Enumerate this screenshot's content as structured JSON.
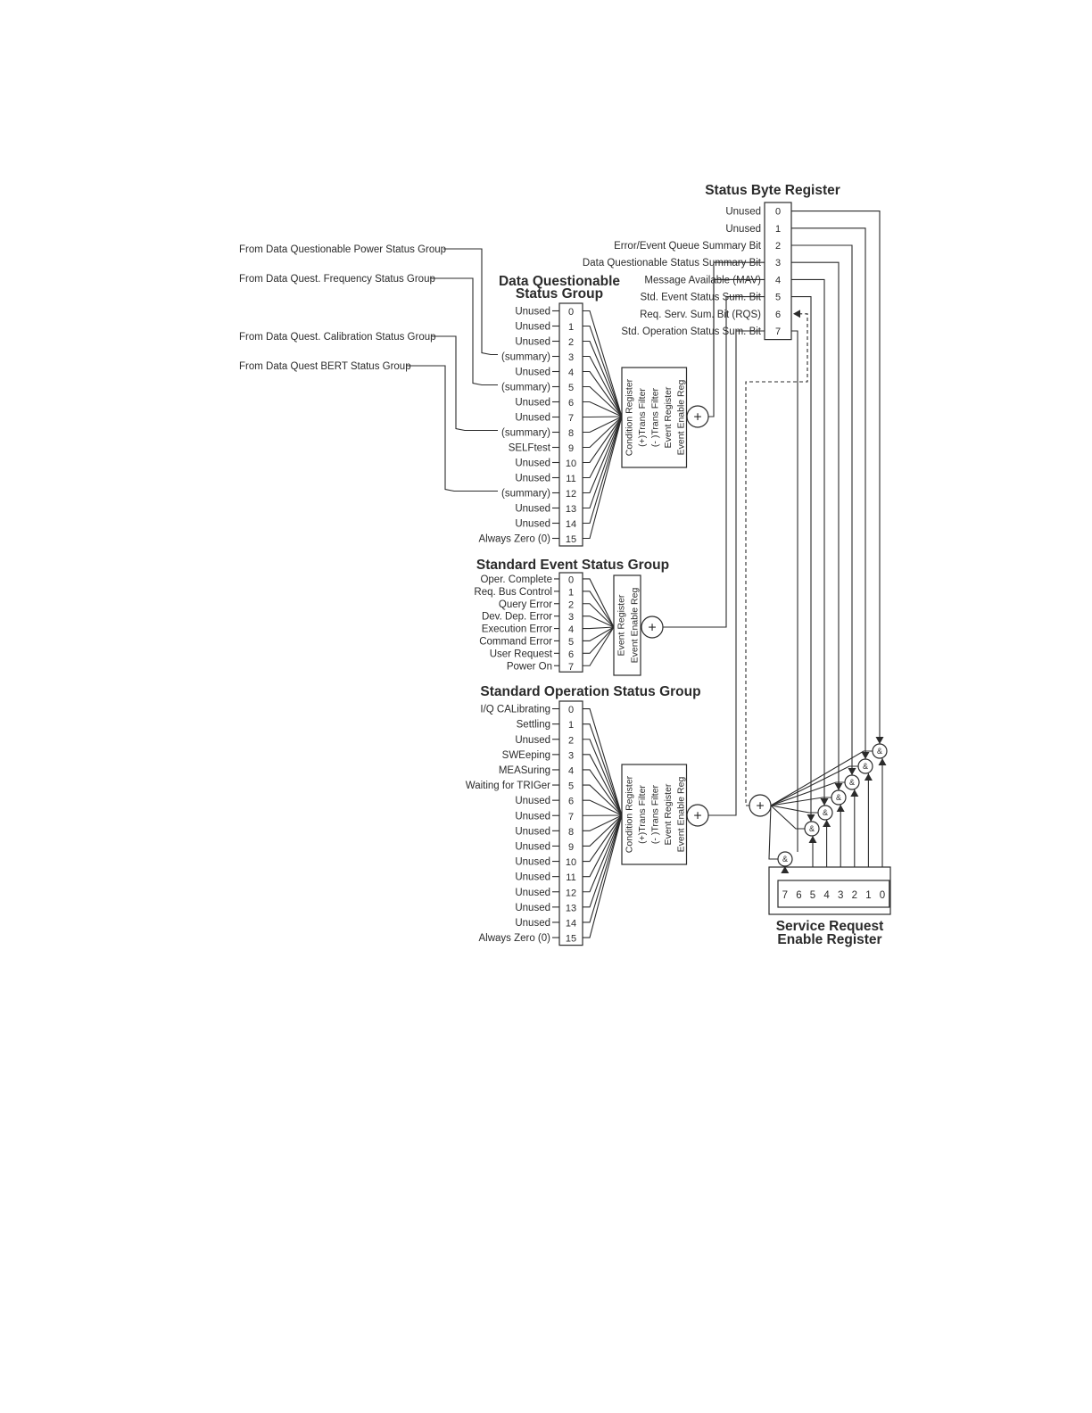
{
  "status_byte": {
    "title": "Status Byte Register",
    "bits": [
      {
        "n": "0",
        "label": "Unused"
      },
      {
        "n": "1",
        "label": "Unused"
      },
      {
        "n": "2",
        "label": "Error/Event Queue Summary Bit"
      },
      {
        "n": "3",
        "label": "Data Questionable Status Summary Bit"
      },
      {
        "n": "4",
        "label": "Message Available (MAV)"
      },
      {
        "n": "5",
        "label": "Std. Event Status Sum. Bit"
      },
      {
        "n": "6",
        "label": "Req. Serv. Sum. Bit (RQS)"
      },
      {
        "n": "7",
        "label": "Std. Operation Status Sum. Bit"
      }
    ]
  },
  "dq": {
    "title_line1": "Data Questionable",
    "title_line2": "Status Group",
    "sources": [
      "From Data Questionable Power Status Group",
      "From Data Quest. Frequency Status Group",
      "From Data Quest. Calibration Status Group",
      "From Data Quest BERT Status Group"
    ],
    "bits": [
      {
        "n": "0",
        "label": "Unused"
      },
      {
        "n": "1",
        "label": "Unused"
      },
      {
        "n": "2",
        "label": "Unused"
      },
      {
        "n": "3",
        "label": "(summary)"
      },
      {
        "n": "4",
        "label": "Unused"
      },
      {
        "n": "5",
        "label": "(summary)"
      },
      {
        "n": "6",
        "label": "Unused"
      },
      {
        "n": "7",
        "label": "Unused"
      },
      {
        "n": "8",
        "label": "(summary)"
      },
      {
        "n": "9",
        "label": "SELFtest"
      },
      {
        "n": "10",
        "label": "Unused"
      },
      {
        "n": "11",
        "label": "Unused"
      },
      {
        "n": "12",
        "label": "(summary)"
      },
      {
        "n": "13",
        "label": "Unused"
      },
      {
        "n": "14",
        "label": "Unused"
      },
      {
        "n": "15",
        "label": "Always Zero (0)"
      }
    ],
    "registers": [
      "Condition Register",
      "(+)Trans Filter",
      "(- )Trans Filter",
      "Event Register",
      "Event Enable Reg"
    ]
  },
  "se": {
    "title": "Standard Event Status Group",
    "bits": [
      {
        "n": "0",
        "label": "Oper. Complete"
      },
      {
        "n": "1",
        "label": "Req. Bus Control"
      },
      {
        "n": "2",
        "label": "Query Error"
      },
      {
        "n": "3",
        "label": "Dev. Dep. Error"
      },
      {
        "n": "4",
        "label": "Execution Error"
      },
      {
        "n": "5",
        "label": "Command Error"
      },
      {
        "n": "6",
        "label": "User Request"
      },
      {
        "n": "7",
        "label": "Power On"
      }
    ],
    "registers": [
      "Event Register",
      "Event Enable Reg"
    ]
  },
  "so": {
    "title": "Standard Operation Status Group",
    "bits": [
      {
        "n": "0",
        "label": "I/Q CALibrating"
      },
      {
        "n": "1",
        "label": "Settling"
      },
      {
        "n": "2",
        "label": "Unused"
      },
      {
        "n": "3",
        "label": "SWEeping"
      },
      {
        "n": "4",
        "label": "MEASuring"
      },
      {
        "n": "5",
        "label": "Waiting for TRIGer"
      },
      {
        "n": "6",
        "label": "Unused"
      },
      {
        "n": "7",
        "label": "Unused"
      },
      {
        "n": "8",
        "label": "Unused"
      },
      {
        "n": "9",
        "label": "Unused"
      },
      {
        "n": "10",
        "label": "Unused"
      },
      {
        "n": "11",
        "label": "Unused"
      },
      {
        "n": "12",
        "label": "Unused"
      },
      {
        "n": "13",
        "label": "Unused"
      },
      {
        "n": "14",
        "label": "Unused"
      },
      {
        "n": "15",
        "label": "Always Zero (0)"
      }
    ],
    "registers": [
      "Condition Register",
      "(+)Trans Filter",
      "(- )Trans Filter",
      "Event Register",
      "Event Enable Reg"
    ]
  },
  "sre": {
    "title_line1": "Service Request",
    "title_line2": "Enable Register",
    "bits": [
      "7",
      "6",
      "5",
      "4",
      "3",
      "2",
      "1",
      "0"
    ]
  },
  "symbols": {
    "or": "+",
    "and": "&"
  }
}
